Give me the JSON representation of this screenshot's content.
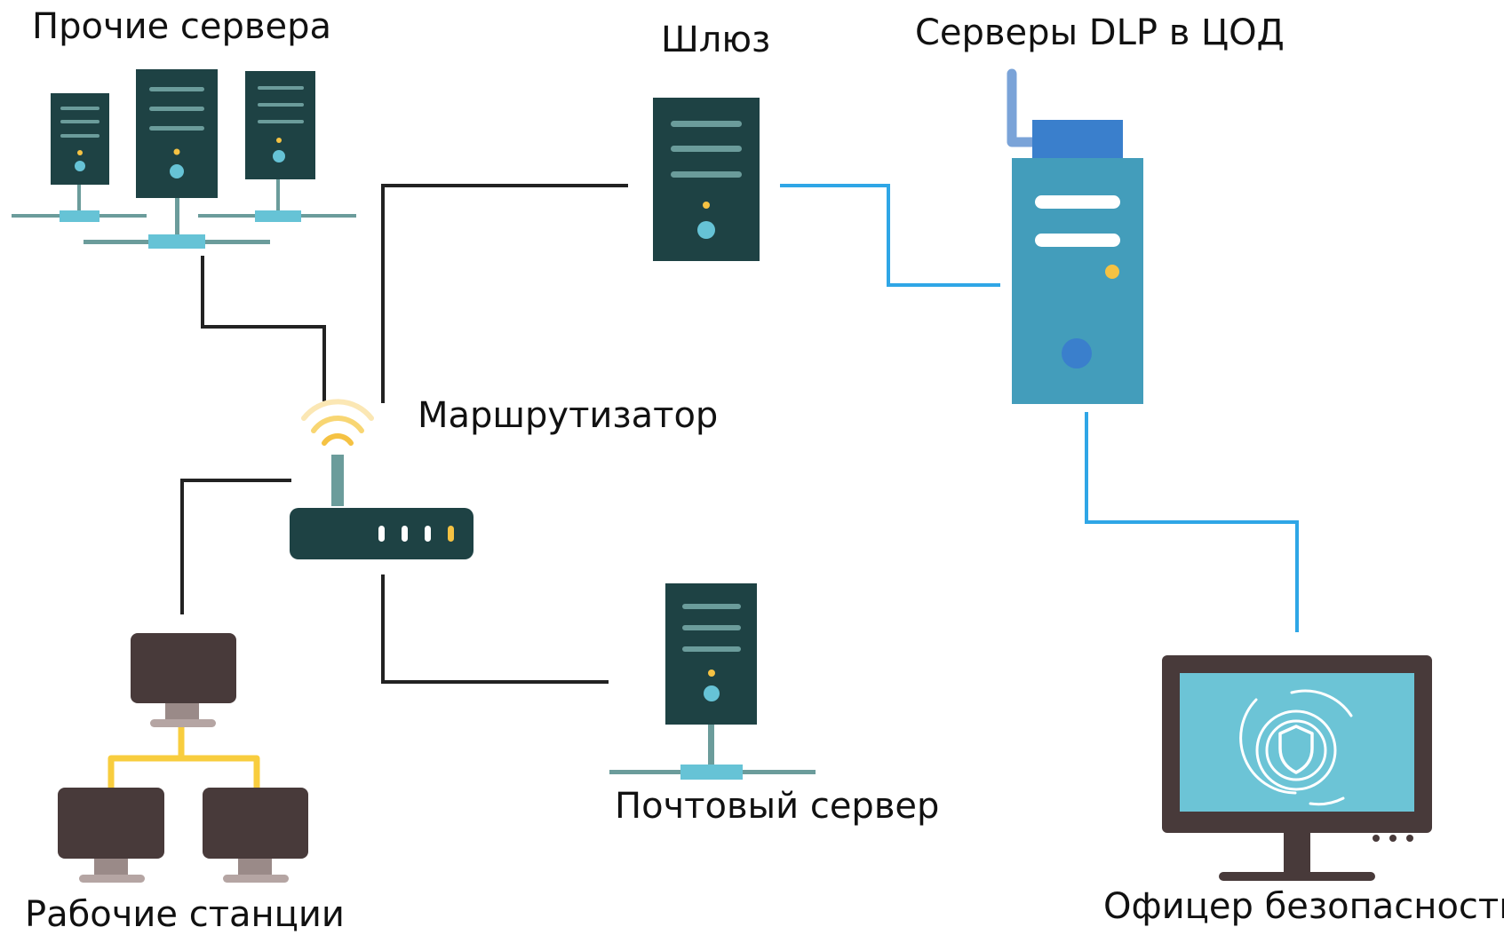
{
  "labels": {
    "other_servers": "Прочие сервера",
    "gateway": "Шлюз",
    "dlp_servers": "Серверы DLP в ЦОД",
    "router": "Маршрутизатор",
    "mail_server": "Почтовый сервер",
    "workstations": "Рабочие станции",
    "security_officer": "Офицер безопасности"
  },
  "colors": {
    "dark_link": "#222222",
    "blue_link": "#2fa6e6",
    "dark_server": "#1e4244",
    "server_stripe": "#6b9c9b",
    "accent_cyan": "#66c3d6",
    "accent_yellow": "#f5c243",
    "dlp_body": "#439dbb",
    "dlp_top": "#3a7fcc",
    "dlp_antenna": "#7aa3d8",
    "workstation_body": "#483a3a",
    "workstation_stand": "#9a8a88",
    "workstation_link": "#f8cd3e",
    "monitor_frame": "#483a3a",
    "monitor_screen": "#6cc4d6"
  }
}
